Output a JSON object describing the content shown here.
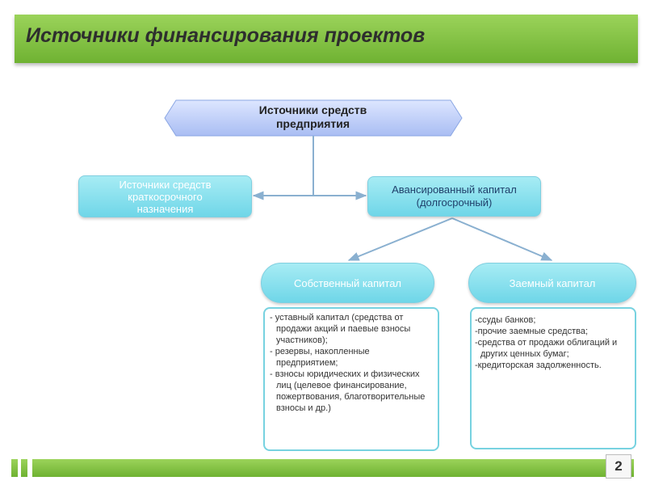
{
  "title": "Источники финансирования проектов",
  "diagram": {
    "root": "Источники средств\nпредприятия",
    "short_term": "Источники средств\nкраткосрочного\nназначения",
    "long_term": "Авансированный капитал\n(долгосрочный)",
    "own_capital": "Собственный капитал",
    "borrowed_capital": "Заемный капитал",
    "own_capital_items": [
      "- уставный капитал (средства от продажи акций и паевые взносы участников);",
      "- резервы, накопленные предприятием;",
      "- взносы юридических и физических лиц (целевое финансирование, пожертвования, благотворительные взносы и др.)"
    ],
    "borrowed_capital_items": [
      "-ссуды банков;",
      "-прочие заемные средства;",
      "-средства от продажи облигаций и других ценных бумаг;",
      "-кредиторская задолженность."
    ]
  },
  "page_number": "2",
  "colors": {
    "header_green": "#7cc040",
    "box_cyan": "#7dd9ea",
    "box_border": "#77d2e0",
    "root_blue": "#b9cbf7"
  }
}
